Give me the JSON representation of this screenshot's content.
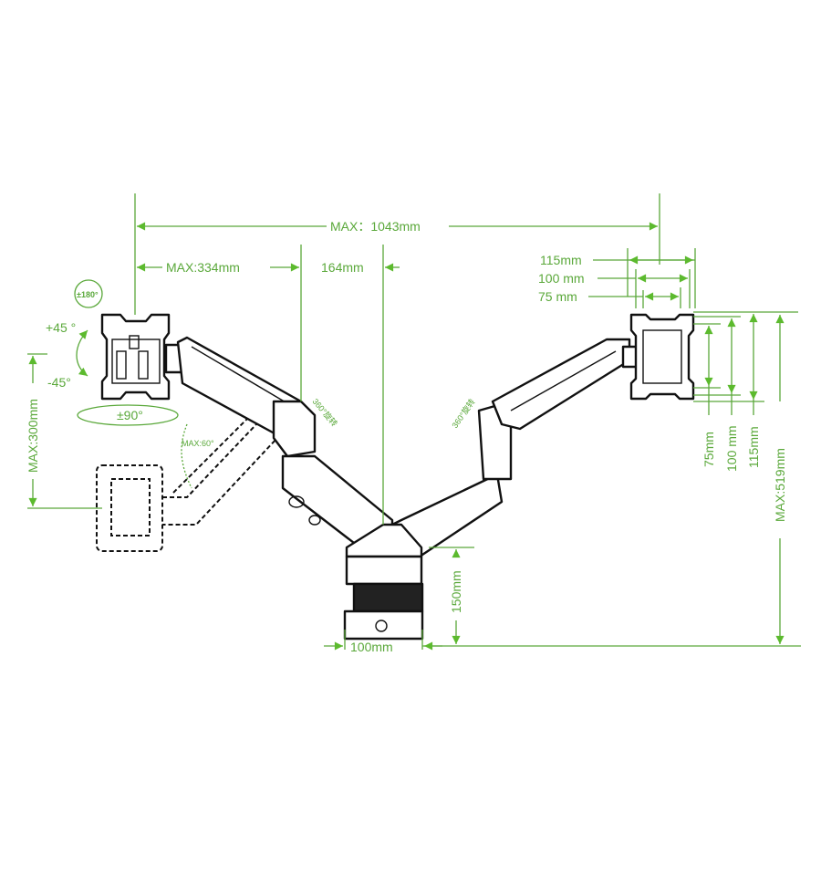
{
  "dimensions": {
    "max_reach": "MAX：1043mm",
    "max_arm": "MAX:334mm",
    "pole_offset": "164mm",
    "clamp_width": "100mm",
    "clamp_height": "150mm",
    "max_height": "MAX:519mm",
    "max_drop": "MAX:300mm",
    "vesa_h": [
      "115mm",
      "100 mm",
      "75 mm"
    ],
    "vesa_v": [
      "75mm",
      "100 mm",
      "115mm"
    ]
  },
  "angles": {
    "rotate": "±180°",
    "tilt_up": "+45 °",
    "tilt_down": "-45°",
    "swivel": "±90°",
    "arm_tilt": "MAX:60°",
    "joint_left": "360°旋转",
    "joint_right": "360°旋转"
  },
  "colors": {
    "dimension": "#5aa83a",
    "drawing": "#111111"
  }
}
